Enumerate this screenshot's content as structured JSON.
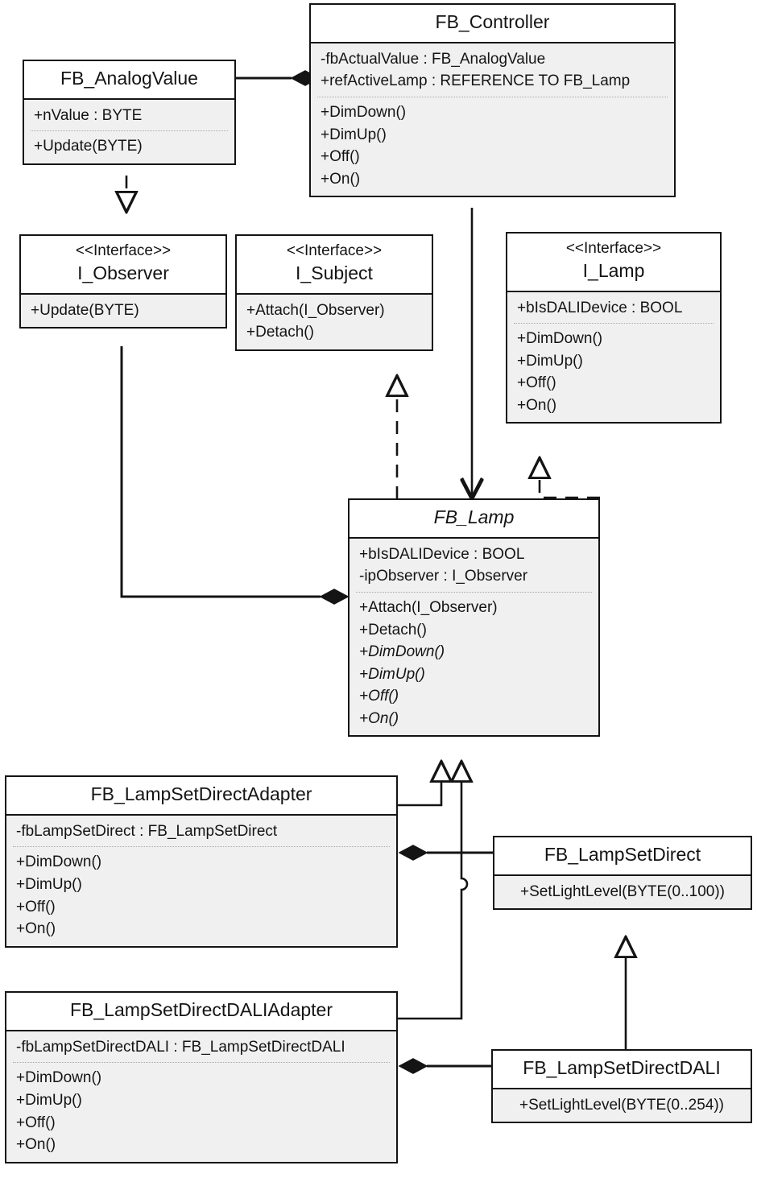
{
  "diagram": {
    "kind": "uml-class-diagram",
    "title": "Lamp Controller UML Class Diagram",
    "colors": {
      "line": "#141414",
      "class_fill": "#ffffff",
      "compartment_fill": "#f0f0f0",
      "divider": "#aaaaaa"
    }
  },
  "classes": {
    "fb_analogvalue": {
      "name": "FB_AnalogValue",
      "stereotype": "",
      "abstract": false,
      "attributes": [
        "+nValue : BYTE"
      ],
      "operations": [
        "+Update(BYTE)"
      ]
    },
    "fb_controller": {
      "name": "FB_Controller",
      "stereotype": "",
      "abstract": false,
      "attributes": [
        "-fbActualValue : FB_AnalogValue",
        "+refActiveLamp : REFERENCE TO FB_Lamp"
      ],
      "operations": [
        "+DimDown()",
        "+DimUp()",
        "+Off()",
        "+On()"
      ]
    },
    "i_observer": {
      "name": "I_Observer",
      "stereotype": "<<Interface>>",
      "abstract": false,
      "attributes": [],
      "operations": [
        "+Update(BYTE)"
      ]
    },
    "i_subject": {
      "name": "I_Subject",
      "stereotype": "<<Interface>>",
      "abstract": false,
      "attributes": [],
      "operations": [
        "+Attach(I_Observer)",
        "+Detach()"
      ]
    },
    "i_lamp": {
      "name": "I_Lamp",
      "stereotype": "<<Interface>>",
      "abstract": false,
      "attributes": [
        "+bIsDALIDevice : BOOL"
      ],
      "operations": [
        "+DimDown()",
        "+DimUp()",
        "+Off()",
        "+On()"
      ]
    },
    "fb_lamp": {
      "name": "FB_Lamp",
      "stereotype": "",
      "abstract": true,
      "attributes": [
        "+bIsDALIDevice : BOOL",
        "-ipObserver : I_Observer"
      ],
      "operations": [
        {
          "label": "+Attach(I_Observer)",
          "abstract": false
        },
        {
          "label": "+Detach()",
          "abstract": false
        },
        {
          "label": "+DimDown()",
          "abstract": true
        },
        {
          "label": "+DimUp()",
          "abstract": true
        },
        {
          "label": "+Off()",
          "abstract": true
        },
        {
          "label": "+On()",
          "abstract": true
        }
      ]
    },
    "fb_lampsetdirectadapter": {
      "name": "FB_LampSetDirectAdapter",
      "stereotype": "",
      "abstract": false,
      "attributes": [
        "-fbLampSetDirect : FB_LampSetDirect"
      ],
      "operations": [
        "+DimDown()",
        "+DimUp()",
        "+Off()",
        "+On()"
      ]
    },
    "fb_lampsetdirectdalladapter": {
      "name": "FB_LampSetDirectDALIAdapter",
      "stereotype": "",
      "abstract": false,
      "attributes": [
        "-fbLampSetDirectDALI : FB_LampSetDirectDALI"
      ],
      "operations": [
        "+DimDown()",
        "+DimUp()",
        "+Off()",
        "+On()"
      ]
    },
    "fb_lampsetdirect": {
      "name": "FB_LampSetDirect",
      "stereotype": "",
      "abstract": false,
      "attributes": [],
      "operations": [
        "+SetLightLevel(BYTE(0..100))"
      ]
    },
    "fb_lampsetdirectdali": {
      "name": "FB_LampSetDirectDALI",
      "stereotype": "",
      "abstract": false,
      "attributes": [],
      "operations": [
        "+SetLightLevel(BYTE(0..254))"
      ]
    }
  },
  "relationships": [
    {
      "from": "fb_analogvalue",
      "to": "fb_controller",
      "type": "composition",
      "notation": "filled-diamond"
    },
    {
      "from": "fb_analogvalue",
      "to": "i_observer",
      "type": "realization",
      "notation": "dashed-hollow-triangle"
    },
    {
      "from": "fb_controller",
      "to": "fb_lamp",
      "type": "association",
      "notation": "solid-open-arrow"
    },
    {
      "from": "fb_lamp",
      "to": "i_subject",
      "type": "realization",
      "notation": "dashed-hollow-triangle"
    },
    {
      "from": "fb_lamp",
      "to": "i_lamp",
      "type": "realization",
      "notation": "dashed-hollow-triangle"
    },
    {
      "from": "i_observer",
      "to": "fb_lamp",
      "type": "composition",
      "notation": "filled-diamond"
    },
    {
      "from": "fb_lampsetdirectadapter",
      "to": "fb_lamp",
      "type": "inheritance",
      "notation": "solid-hollow-triangle"
    },
    {
      "from": "fb_lampsetdirectdalladapter",
      "to": "fb_lamp",
      "type": "inheritance",
      "notation": "solid-hollow-triangle"
    },
    {
      "from": "fb_lampsetdirect",
      "to": "fb_lampsetdirectadapter",
      "type": "composition",
      "notation": "filled-diamond"
    },
    {
      "from": "fb_lampsetdirectdali",
      "to": "fb_lampsetdirectdalladapter",
      "type": "composition",
      "notation": "filled-diamond"
    },
    {
      "from": "fb_lampsetdirectdali",
      "to": "fb_lampsetdirect",
      "type": "inheritance",
      "notation": "solid-hollow-triangle"
    }
  ]
}
